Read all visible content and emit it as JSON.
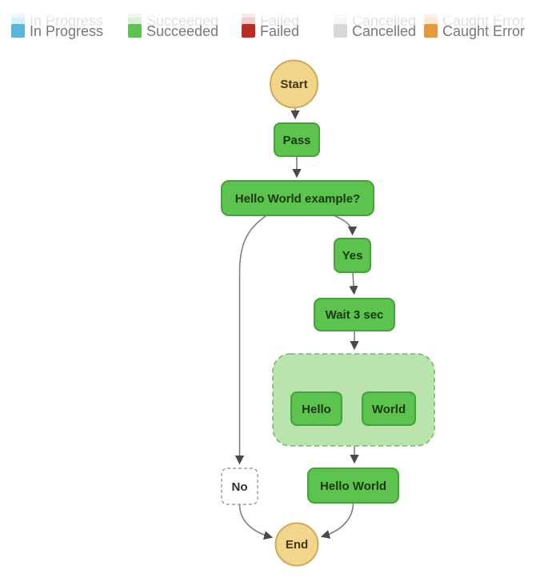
{
  "legend": {
    "items": [
      {
        "id": "in-progress",
        "label": "In Progress",
        "color": "#55b7db"
      },
      {
        "id": "succeeded",
        "label": "Succeeded",
        "color": "#5cc34f"
      },
      {
        "id": "failed",
        "label": "Failed",
        "color": "#b92d22"
      },
      {
        "id": "cancelled",
        "label": "Cancelled",
        "color": "#d8d8d8"
      },
      {
        "id": "caught-error",
        "label": "Caught Error",
        "color": "#e69a3b"
      }
    ]
  },
  "graph": {
    "nodes": {
      "start": {
        "label": "Start"
      },
      "pass": {
        "label": "Pass"
      },
      "choice": {
        "label": "Hello World example?"
      },
      "yes": {
        "label": "Yes"
      },
      "no": {
        "label": "No"
      },
      "wait": {
        "label": "Wait 3 sec"
      },
      "hello": {
        "label": "Hello"
      },
      "world": {
        "label": "World"
      },
      "hello_world": {
        "label": "Hello World"
      },
      "end": {
        "label": "End"
      }
    },
    "edges": [
      {
        "from": "start",
        "to": "pass"
      },
      {
        "from": "pass",
        "to": "choice"
      },
      {
        "from": "choice",
        "to": "no"
      },
      {
        "from": "choice",
        "to": "yes"
      },
      {
        "from": "yes",
        "to": "wait"
      },
      {
        "from": "wait",
        "to": "parallel"
      },
      {
        "from": "parallel",
        "to": "hello"
      },
      {
        "from": "parallel",
        "to": "world"
      },
      {
        "from": "parallel",
        "to": "hello_world"
      },
      {
        "from": "no",
        "to": "end"
      },
      {
        "from": "hello_world",
        "to": "end"
      }
    ]
  },
  "colors": {
    "succeeded_fill": "#5cc34f",
    "succeeded_stroke": "#45a238",
    "group_fill": "#bae4ae",
    "group_stroke": "#79b56b",
    "terminal_fill": "#f0d58a",
    "terminal_stroke": "#cfa958",
    "skipped_fill": "#ffffff",
    "skipped_stroke": "#9b9b9b",
    "edge": "#7f7f7f",
    "arrow": "#4a4a4a",
    "legend_text": "#787878"
  }
}
